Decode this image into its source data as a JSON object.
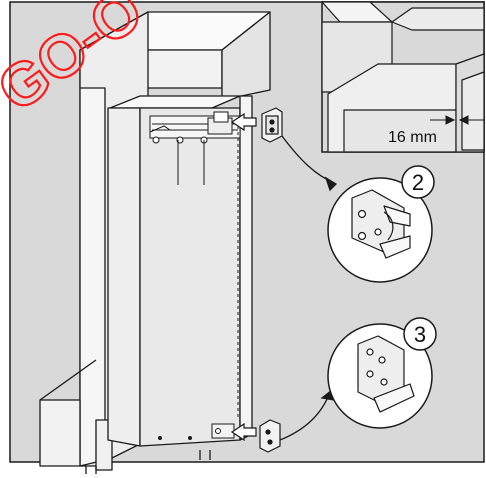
{
  "watermark": {
    "text": "GO-O"
  },
  "inset": {
    "gap_label": "16 mm"
  },
  "callouts": [
    {
      "number": "2"
    },
    {
      "number": "3"
    }
  ],
  "colors": {
    "panel_background": "#d9d9d9",
    "cabinet": "#f4f4f4",
    "appliance": "#e9e9e9",
    "outline": "#1a1a1a",
    "watermark": "#ff1a1a"
  }
}
